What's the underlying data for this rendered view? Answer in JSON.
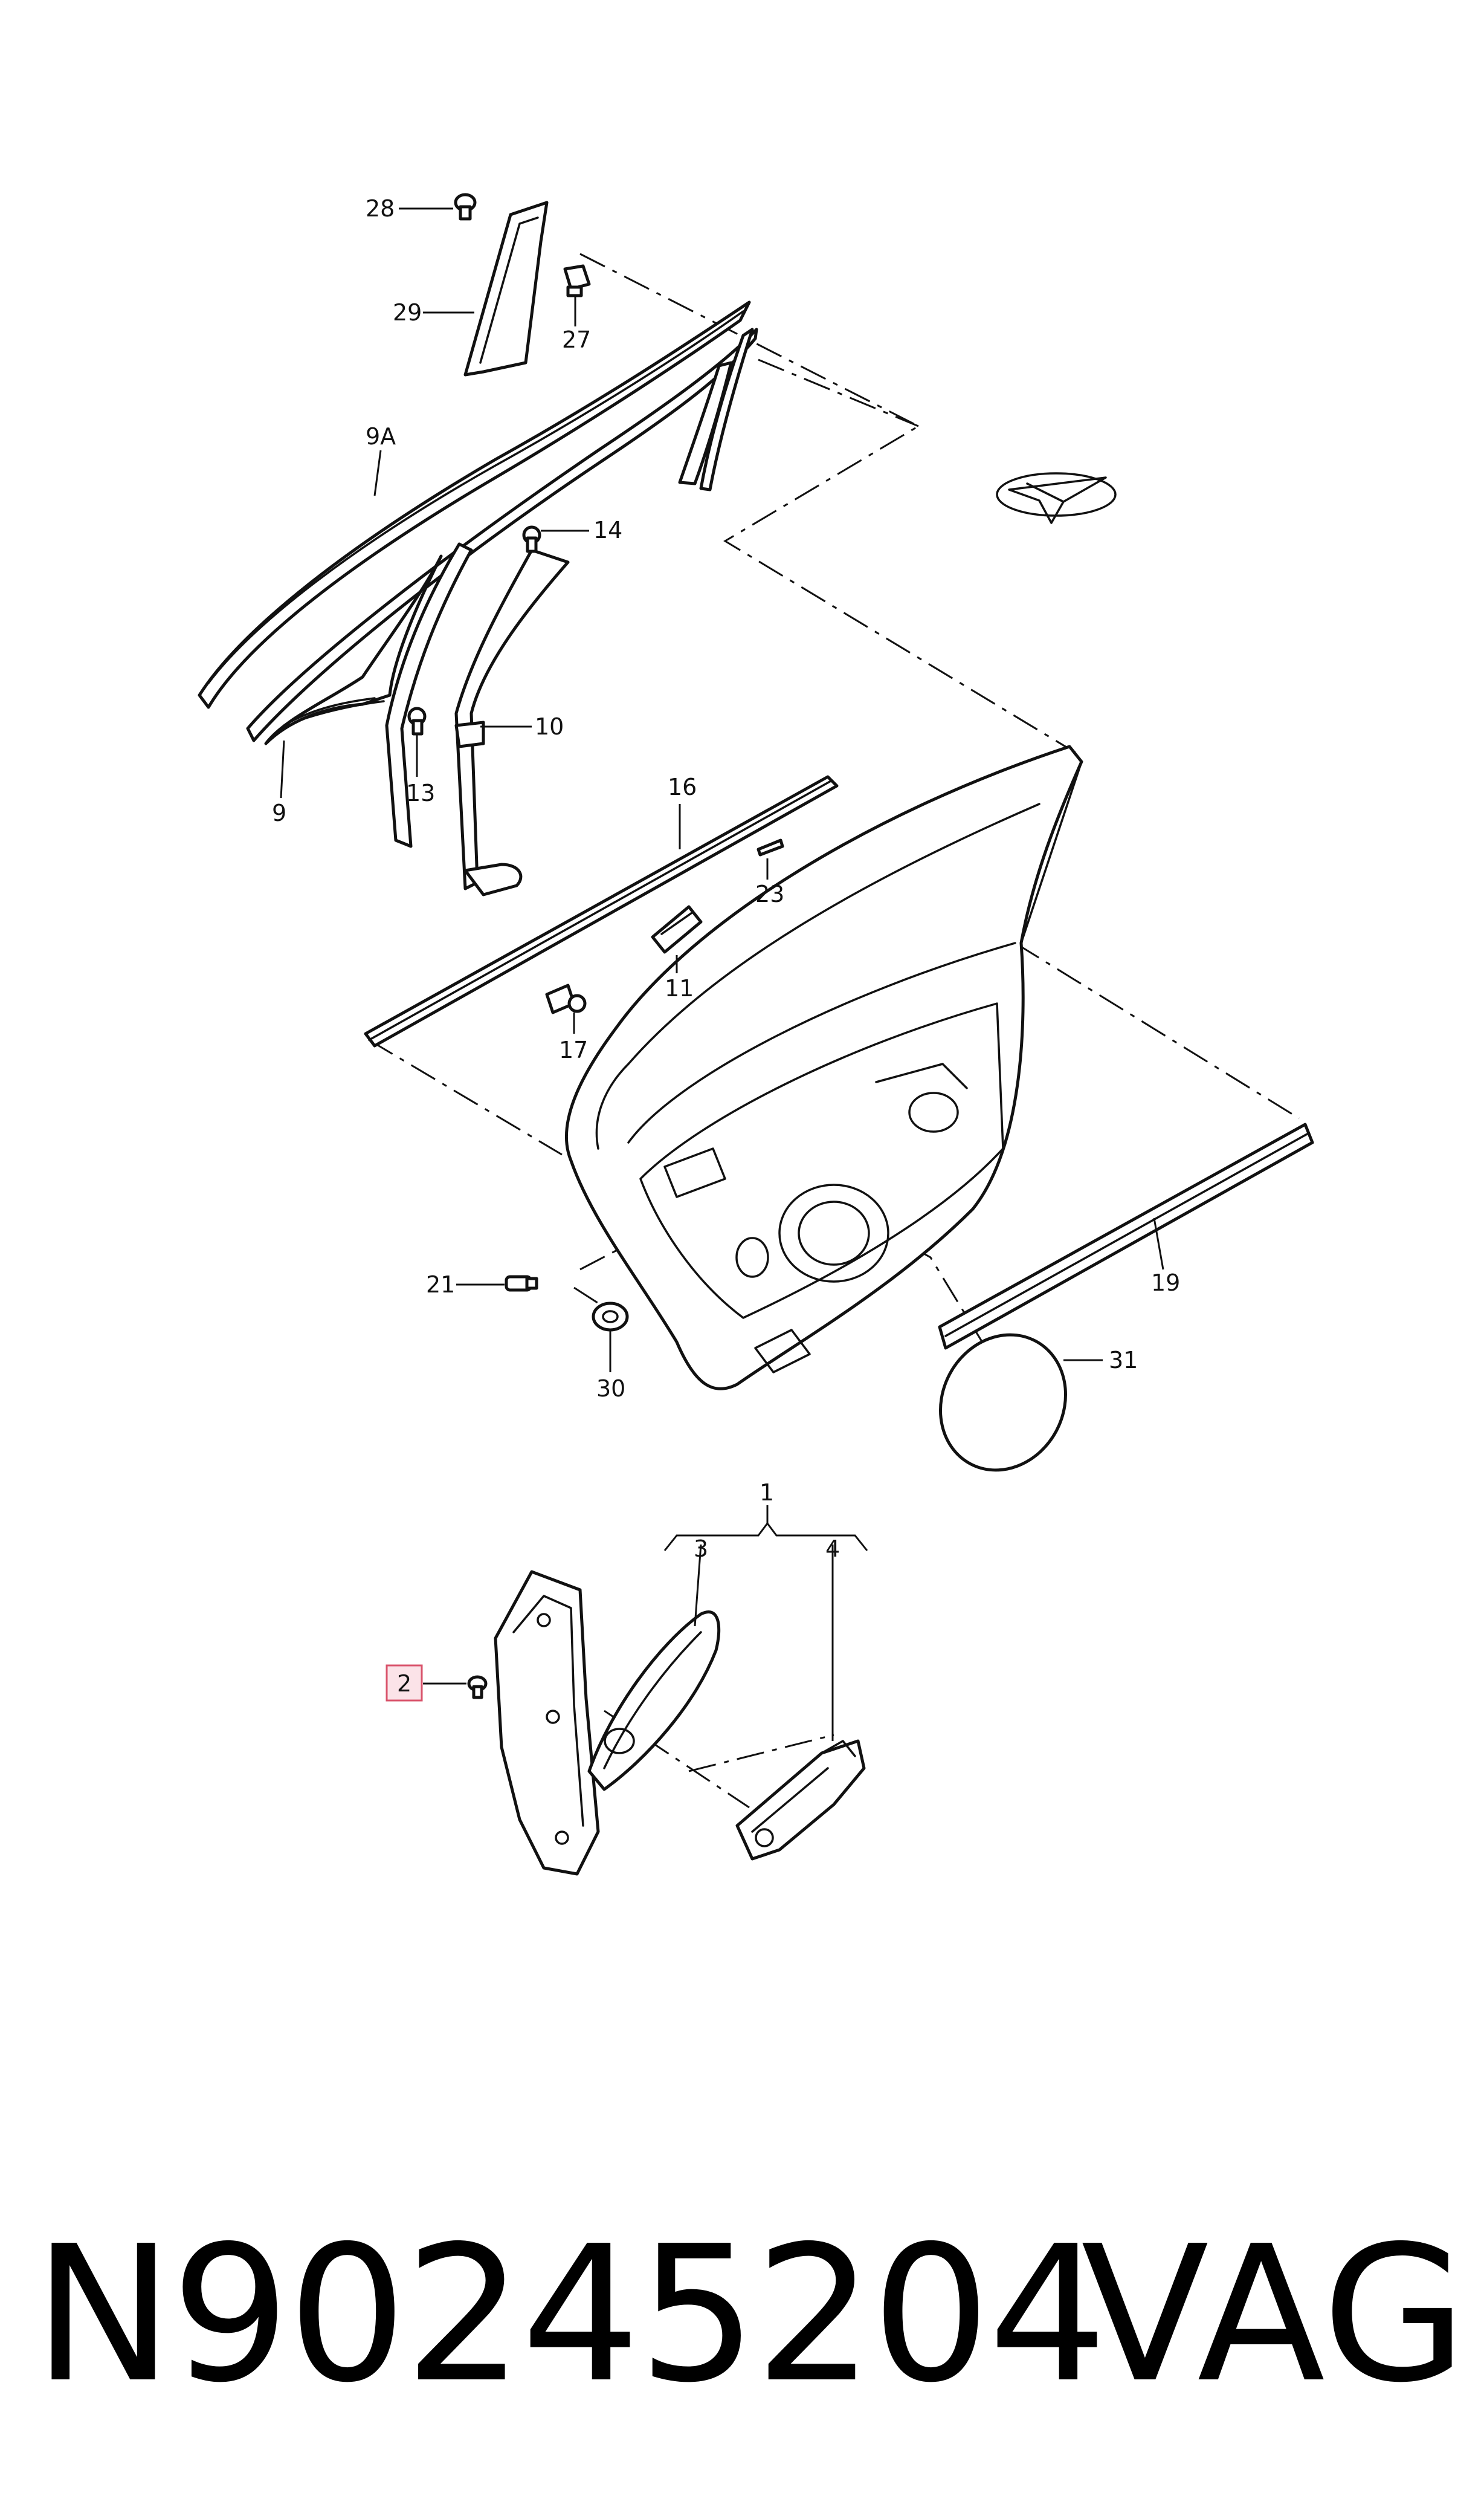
{
  "callouts": {
    "c1": "1",
    "c2": "2",
    "c3": "3",
    "c4": "4",
    "c9": "9",
    "c9a": "9A",
    "c10": "10",
    "c11": "11",
    "c13": "13",
    "c14": "14",
    "c16": "16",
    "c17": "17",
    "c19": "19",
    "c21": "21",
    "c23": "23",
    "c27": "27",
    "c28": "28",
    "c29": "29",
    "c30": "30",
    "c31": "31"
  },
  "highlighted_callout": "2",
  "colors": {
    "highlight_fill": "#fbe3e8",
    "highlight_border": "#d9536b",
    "ink": "#111111"
  },
  "footer": {
    "part_number": "N90245204",
    "brand": "VAG"
  }
}
